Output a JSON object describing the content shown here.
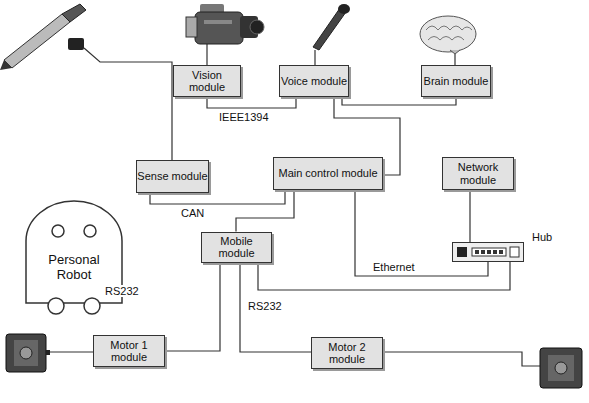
{
  "diagram": {
    "nodes": [
      {
        "text": [
          "Vision module"
        ]
      },
      {
        "text": [
          "Voice module"
        ]
      },
      {
        "text": [
          "Brain module"
        ]
      },
      {
        "text": [
          "Sense module"
        ]
      },
      {
        "text": [
          "Main control module"
        ]
      },
      {
        "text": [
          "Network module"
        ]
      },
      {
        "text": [
          "Personal Robot"
        ]
      },
      {
        "text": [
          "Mobile module"
        ]
      },
      {
        "text": [
          "Hub"
        ]
      },
      {
        "text": [
          "Motor 1 module"
        ]
      },
      {
        "text": [
          "Motor 2 module"
        ]
      }
    ],
    "edges": [
      {
        "from": 0,
        "to": 1,
        "arrow": "none",
        "label": "IEEE1394"
      },
      {
        "from": 1,
        "to": 2,
        "arrow": "none"
      },
      {
        "from": 1,
        "to": 4,
        "arrow": "none"
      },
      {
        "from": 3,
        "to": 4,
        "arrow": "none",
        "label": "CAN"
      },
      {
        "from": 7,
        "to": 4,
        "arrow": "none"
      },
      {
        "from": 4,
        "to": 8,
        "arrow": "none",
        "label": "Ethernet"
      },
      {
        "from": 5,
        "to": 8,
        "arrow": "none"
      },
      {
        "from": 7,
        "to": 8,
        "arrow": "none"
      },
      {
        "from": 7,
        "to": 9,
        "arrow": "none",
        "label": "RS232"
      },
      {
        "from": 7,
        "to": 10,
        "arrow": "none",
        "label": "RS232"
      }
    ]
  }
}
